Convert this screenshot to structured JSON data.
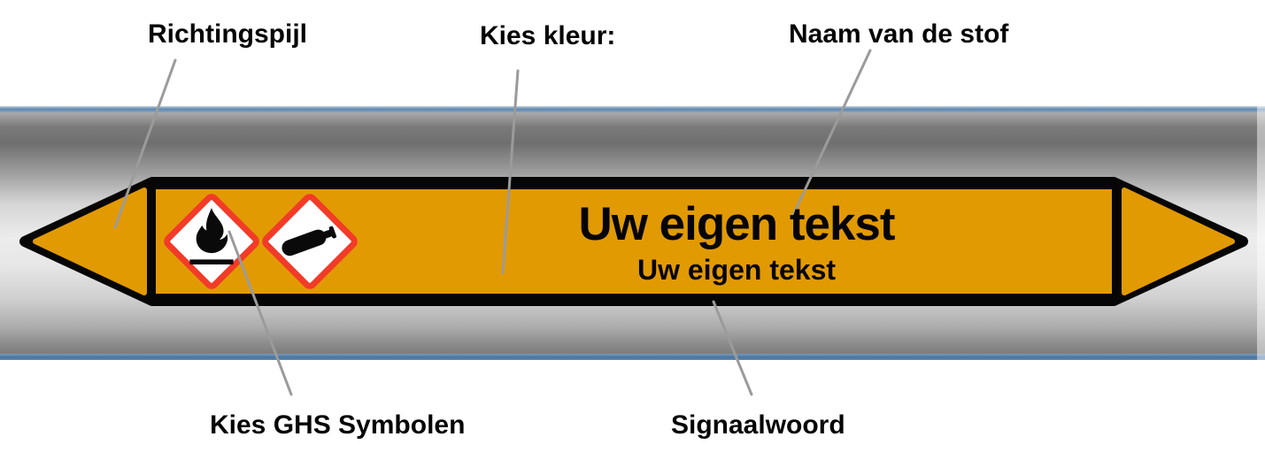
{
  "product": {
    "description": "pipe marker label on a grey pipe"
  },
  "label": {
    "title": "Uw eigen tekst",
    "subtitle": "Uw eigen tekst",
    "direction": "left-and-right-arrows",
    "ghs_symbols": [
      {
        "icon": "ghs-flame-icon"
      },
      {
        "icon": "ghs-gas-cylinder-icon"
      }
    ]
  },
  "annotations": {
    "direction_arrow": "Richtingspijl",
    "choose_color": "Kies kleur:",
    "substance_name": "Naam van de stof",
    "choose_ghs": "Kies GHS Symbolen",
    "signal_word": "Signaalwoord"
  },
  "colors": {
    "label_orange": "#E29A03",
    "label_frame_black": "#060606",
    "ghs_red": "#F23B28",
    "ghs_white": "#FFFFFF",
    "pipe_stripe_blue": "#5E86AE",
    "leader_line_gray": "#9B9B9B",
    "annotation_text": "#050505"
  }
}
